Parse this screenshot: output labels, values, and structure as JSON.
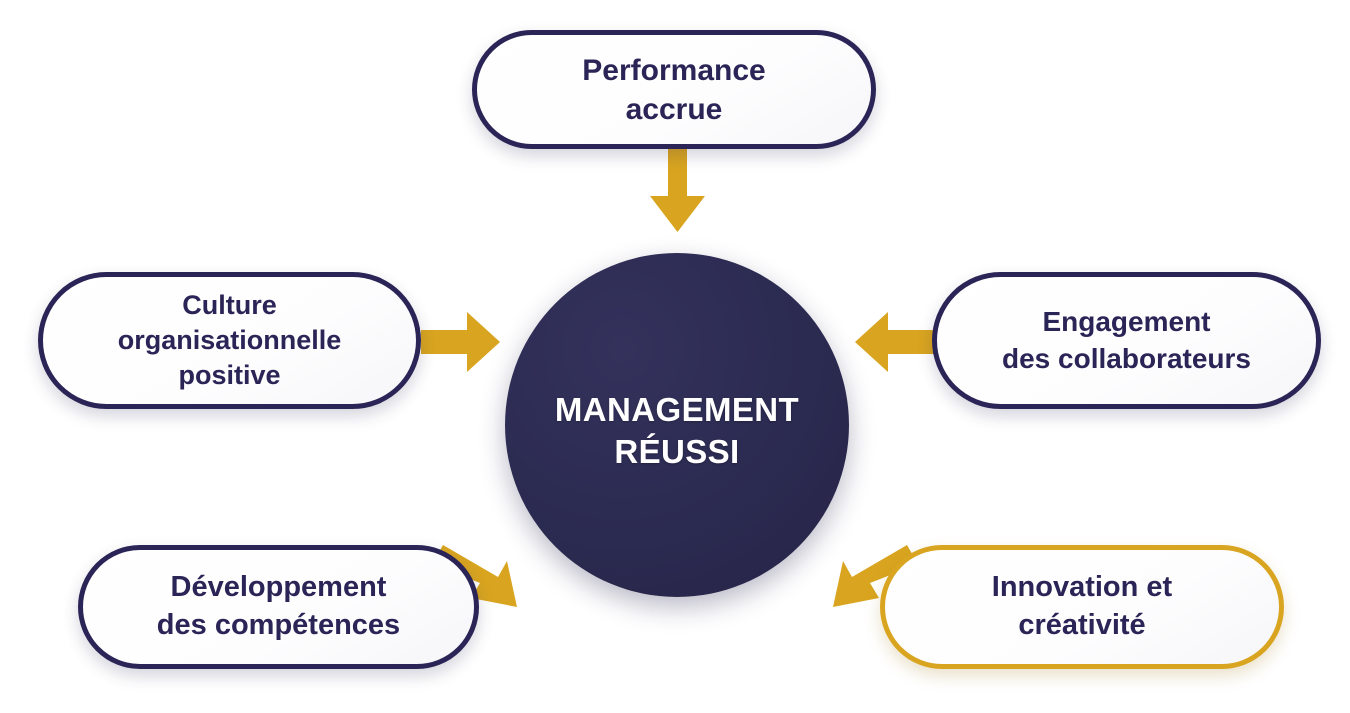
{
  "diagram": {
    "title": "MANAGEMENT RÉUSSI",
    "center": {
      "label": "MANAGEMENT\nRÉUSSI",
      "shape": "circle",
      "fill_color": "#2a2a4f",
      "text_color": "#ffffff"
    },
    "nodes": [
      {
        "id": "performance",
        "label": "Performance\naccrue",
        "position": "top",
        "border_color": "#2b2456",
        "fill_color": "#ffffff",
        "text_color": "#2b2456"
      },
      {
        "id": "culture",
        "label": "Culture\norganisationnelle\npositive",
        "position": "left",
        "border_color": "#2b2456",
        "fill_color": "#ffffff",
        "text_color": "#2b2456"
      },
      {
        "id": "engagement",
        "label": "Engagement\ndes collaborateurs",
        "position": "right",
        "border_color": "#2b2456",
        "fill_color": "#ffffff",
        "text_color": "#2b2456"
      },
      {
        "id": "developpement",
        "label": "Développement\ndes compétences",
        "position": "bottom-left",
        "border_color": "#2b2456",
        "fill_color": "#ffffff",
        "text_color": "#2b2456"
      },
      {
        "id": "innovation",
        "label": "Innovation et\ncréativité",
        "position": "bottom-right",
        "border_color": "#d9a520",
        "fill_color": "#ffffff",
        "text_color": "#2b2456"
      }
    ],
    "arrows": [
      {
        "id": "arrow-top-down",
        "from": "performance",
        "to": "center",
        "direction": "down",
        "color": "#d9a520"
      },
      {
        "id": "arrow-left-right",
        "from": "culture",
        "to": "center",
        "direction": "right",
        "color": "#d9a520"
      },
      {
        "id": "arrow-right-left",
        "from": "engagement",
        "to": "center",
        "direction": "left",
        "color": "#d9a520"
      },
      {
        "id": "arrow-bottomleft-upright",
        "from": "developpement",
        "to": "center",
        "direction": "up-right",
        "color": "#d9a520"
      },
      {
        "id": "arrow-bottomright-upleft",
        "from": "innovation",
        "to": "center",
        "direction": "up-left",
        "color": "#d9a520"
      }
    ],
    "palette": {
      "navy": "#2b2456",
      "hub_navy": "#2a2a4f",
      "gold": "#d9a520",
      "background": "#ffffff"
    }
  }
}
